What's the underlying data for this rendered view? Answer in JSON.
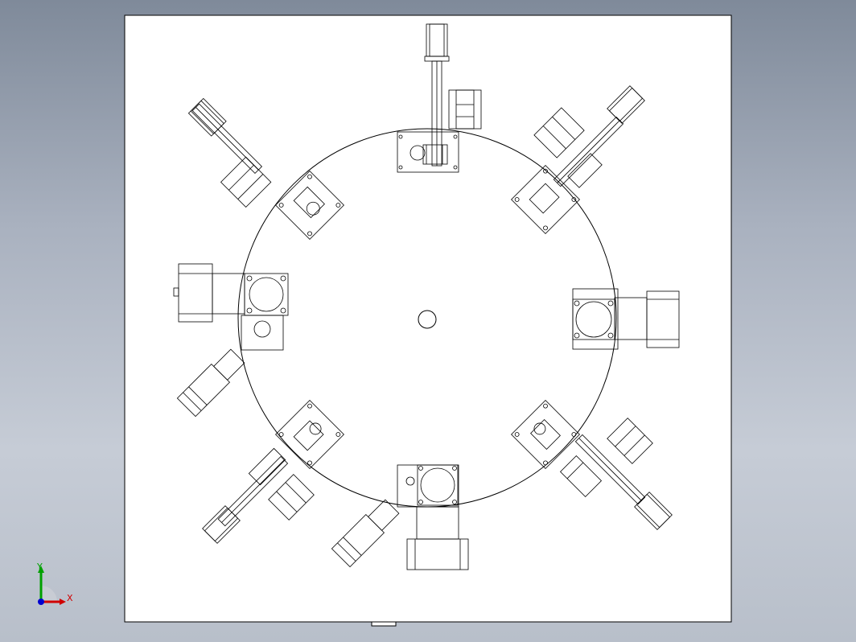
{
  "viewport": {
    "background_top_color": "#7f8a9a",
    "background_bottom_color": "#c6ccd6",
    "sheet_color": "#ffffff",
    "line_color": "#000000"
  },
  "drawing": {
    "stations": [
      {
        "name": "top",
        "angle_deg": 90
      },
      {
        "name": "top-right",
        "angle_deg": 45
      },
      {
        "name": "right",
        "angle_deg": 0
      },
      {
        "name": "bottom-right",
        "angle_deg": -45
      },
      {
        "name": "bottom",
        "angle_deg": -90
      },
      {
        "name": "bottom-left",
        "angle_deg": -135
      },
      {
        "name": "left",
        "angle_deg": 180
      },
      {
        "name": "top-left",
        "angle_deg": 135
      }
    ]
  },
  "triad": {
    "x_label": "X",
    "y_label": "Y",
    "x_color": "#d00000",
    "y_color": "#00a000",
    "z_color": "#0000d0"
  }
}
